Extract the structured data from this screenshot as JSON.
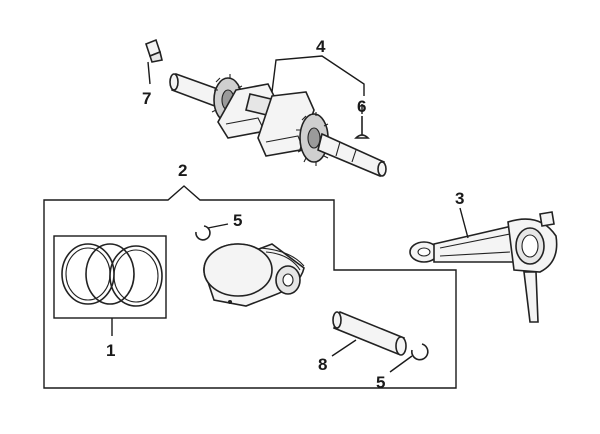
{
  "callouts": {
    "piston_rings": "1",
    "piston_assembly": "2",
    "connecting_rod": "3",
    "crankshaft": "4",
    "circlip": "5",
    "woodruff_key": "6",
    "crank_pin": "7",
    "piston_pin": "8"
  },
  "colors": {
    "line": "#222222",
    "fill": "#f4f4f4",
    "dark_fill": "#9a9a9a"
  }
}
